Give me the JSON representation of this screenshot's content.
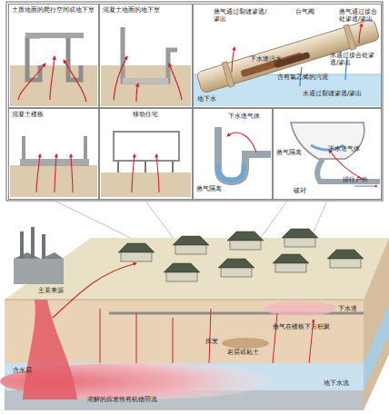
{
  "diagram": {
    "nodes": [
      {
        "text": [
          "土质地面的爬行空间或地下室"
        ]
      },
      {
        "text": [
          "混凝土地面的地下室"
        ]
      },
      {
        "text": [
          "蒸气通过裂缝渗透/渗出",
          "台气阀",
          "蒸气通过接合处渗透/渗出",
          "下水道污水",
          "含有氯乙烯的污泥",
          "水通过裂缝渗透/渗出",
          "水通过接合处渗透/渗出",
          "地下水"
        ]
      },
      {
        "text": [
          "混凝土楼板"
        ]
      },
      {
        "text": [
          "移动住宅"
        ]
      },
      {
        "text": [
          "下水道气体",
          "蒸气隔离"
        ]
      },
      {
        "text": [
          "蒸气隔离",
          "下水道气体",
          "破封",
          "排往户外"
        ]
      }
    ],
    "labels": [
      "主要来源",
      "下水道",
      "蒸气在楼板下方积聚",
      "岩层或粘土",
      "挥发",
      "含水层",
      "溶解的挥发性有机物羽流",
      "地下水流"
    ]
  }
}
